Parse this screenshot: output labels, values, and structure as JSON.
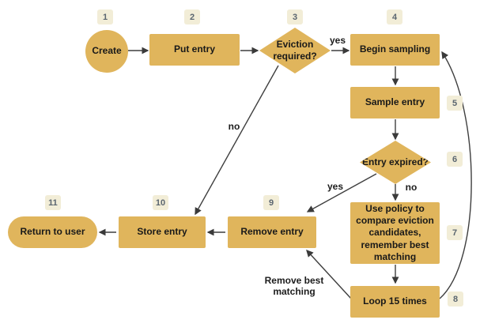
{
  "diagram": {
    "title_hint": "cache put / eviction sampling flowchart",
    "colors": {
      "shape_fill": "#E0B55C",
      "badge_bg": "#F2EDD7",
      "badge_text": "#5B6670",
      "node_text": "#191919",
      "line": "#3E3E3E",
      "background": "#FFFFFF"
    },
    "nodes": {
      "create": {
        "badge": "1",
        "label": "Create",
        "shape": "circle"
      },
      "put_entry": {
        "badge": "2",
        "label": "Put entry",
        "shape": "rect"
      },
      "eviction_required": {
        "badge": "3",
        "label": "Eviction required?",
        "shape": "diamond"
      },
      "begin_sampling": {
        "badge": "4",
        "label": "Begin sampling",
        "shape": "rect"
      },
      "sample_entry": {
        "badge": "5",
        "label": "Sample entry",
        "shape": "rect"
      },
      "entry_expired": {
        "badge": "6",
        "label": "Entry expired?",
        "shape": "diamond"
      },
      "use_policy": {
        "badge": "7",
        "label": "Use policy to compare eviction candidates, remember best matching",
        "shape": "rect"
      },
      "loop_15": {
        "badge": "8",
        "label": "Loop 15 times",
        "shape": "rect"
      },
      "remove_entry": {
        "badge": "9",
        "label": "Remove entry",
        "shape": "rect"
      },
      "store_entry": {
        "badge": "10",
        "label": "Store entry",
        "shape": "rect"
      },
      "return_to_user": {
        "badge": "11",
        "label": "Return to user",
        "shape": "stadium"
      }
    },
    "edge_labels": {
      "yes_top": "yes",
      "no_eviction": "no",
      "yes_expired": "yes",
      "no_expired": "no",
      "remove_best": "Remove best\nmatching"
    },
    "edges": [
      {
        "from": "create",
        "to": "put_entry"
      },
      {
        "from": "put_entry",
        "to": "eviction_required"
      },
      {
        "from": "eviction_required",
        "to": "begin_sampling",
        "label": "yes"
      },
      {
        "from": "eviction_required",
        "to": "store_entry",
        "label": "no"
      },
      {
        "from": "begin_sampling",
        "to": "sample_entry"
      },
      {
        "from": "sample_entry",
        "to": "entry_expired"
      },
      {
        "from": "entry_expired",
        "to": "remove_entry",
        "label": "yes"
      },
      {
        "from": "entry_expired",
        "to": "use_policy",
        "label": "no"
      },
      {
        "from": "use_policy",
        "to": "loop_15"
      },
      {
        "from": "loop_15",
        "to": "begin_sampling"
      },
      {
        "from": "loop_15",
        "to": "remove_entry",
        "label": "Remove best matching"
      },
      {
        "from": "remove_entry",
        "to": "store_entry"
      },
      {
        "from": "store_entry",
        "to": "return_to_user"
      }
    ]
  }
}
